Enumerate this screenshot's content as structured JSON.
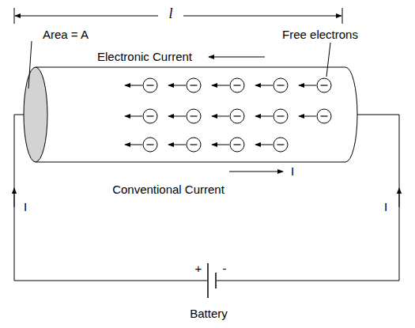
{
  "diagram": {
    "labels": [
      "l",
      "Free electrons",
      "Area = A",
      "Electronic Current",
      "I",
      "Conventional Current",
      "I",
      "I",
      "+",
      "-",
      "Battery"
    ]
  }
}
